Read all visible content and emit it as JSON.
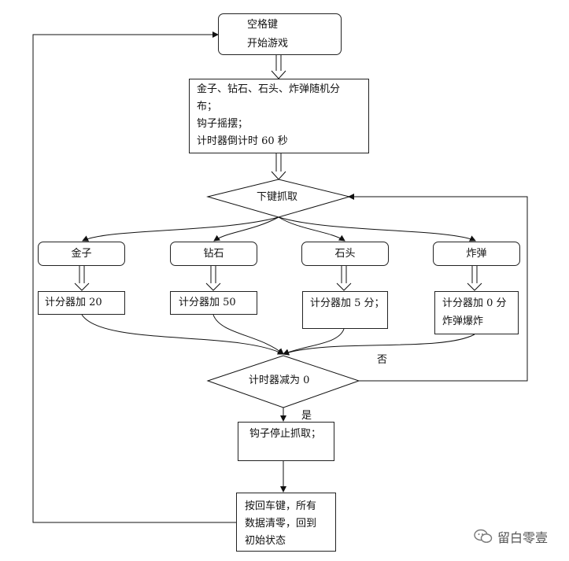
{
  "start": {
    "line1": "空格键",
    "line2": "开始游戏"
  },
  "init": {
    "line1": "金子、钻石、石头、炸弹随机分",
    "line2": "布；",
    "line3": "钩子摇摆；",
    "line4": "计时器倒计时 60 秒"
  },
  "grab_decision": "下键抓取",
  "items": [
    {
      "name": "金子",
      "result": "计分器加 20"
    },
    {
      "name": "钻石",
      "result": "计分器加 50"
    },
    {
      "name": "石头",
      "result": "计分器加 5 分；"
    },
    {
      "name": "炸弹",
      "result": "计分器加 0 分",
      "result2": "炸弹爆炸"
    }
  ],
  "timer_decision": "计时器减为 0",
  "no_label": "否",
  "yes_label": "是",
  "stop": "钩子停止抓取；",
  "reset": {
    "line1": "按回车键，所有",
    "line2": "数据清零，回到",
    "line3": "初始状态"
  },
  "watermark": "留白零壹"
}
